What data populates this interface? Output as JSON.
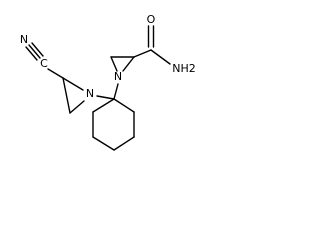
{
  "molecule": {
    "atoms": {
      "oxygen": "O",
      "amide_nitrogen": "NH2",
      "aziridine_nitrogen_right": "N",
      "aziridine_nitrogen_left": "N",
      "nitrile_carbon": "C",
      "nitrile_nitrogen": "N"
    }
  }
}
